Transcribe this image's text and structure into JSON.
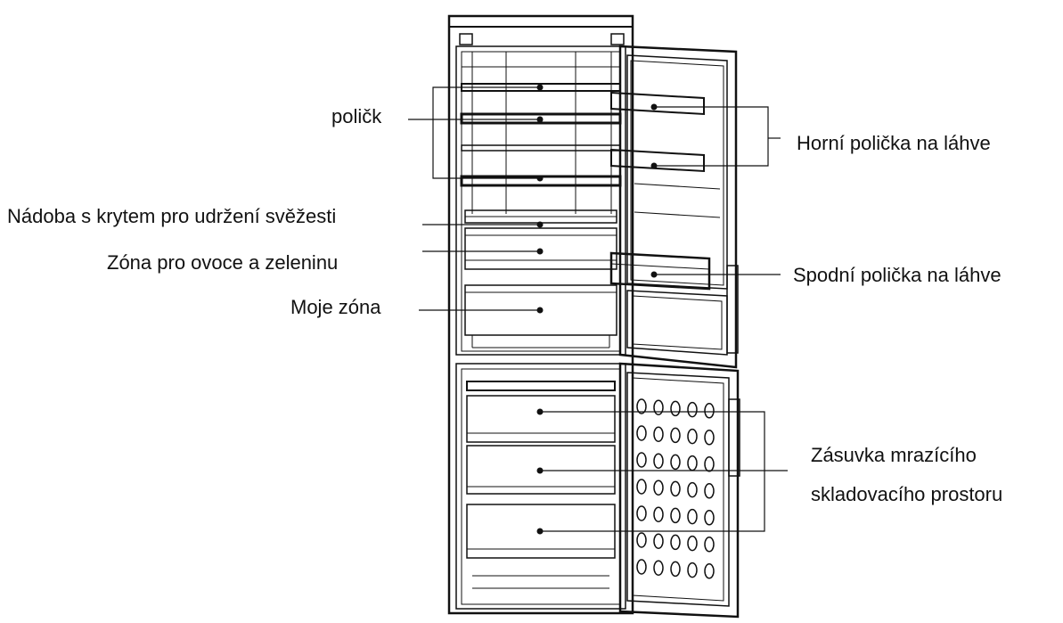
{
  "labels": {
    "shelves": "polič​k",
    "fresh_box": "Nádoba s krytem pro udržení svěžesti",
    "crisper": "Zóna pro ovoce a zeleninu",
    "my_zone": "Moje zóna",
    "upper_bottle": "Horní polička na láhve",
    "lower_bottle": "Spodní polička na láhve",
    "freezer_line1": "Zásuvka mrazícího",
    "freezer_line2": "skladovacího prostoru"
  }
}
